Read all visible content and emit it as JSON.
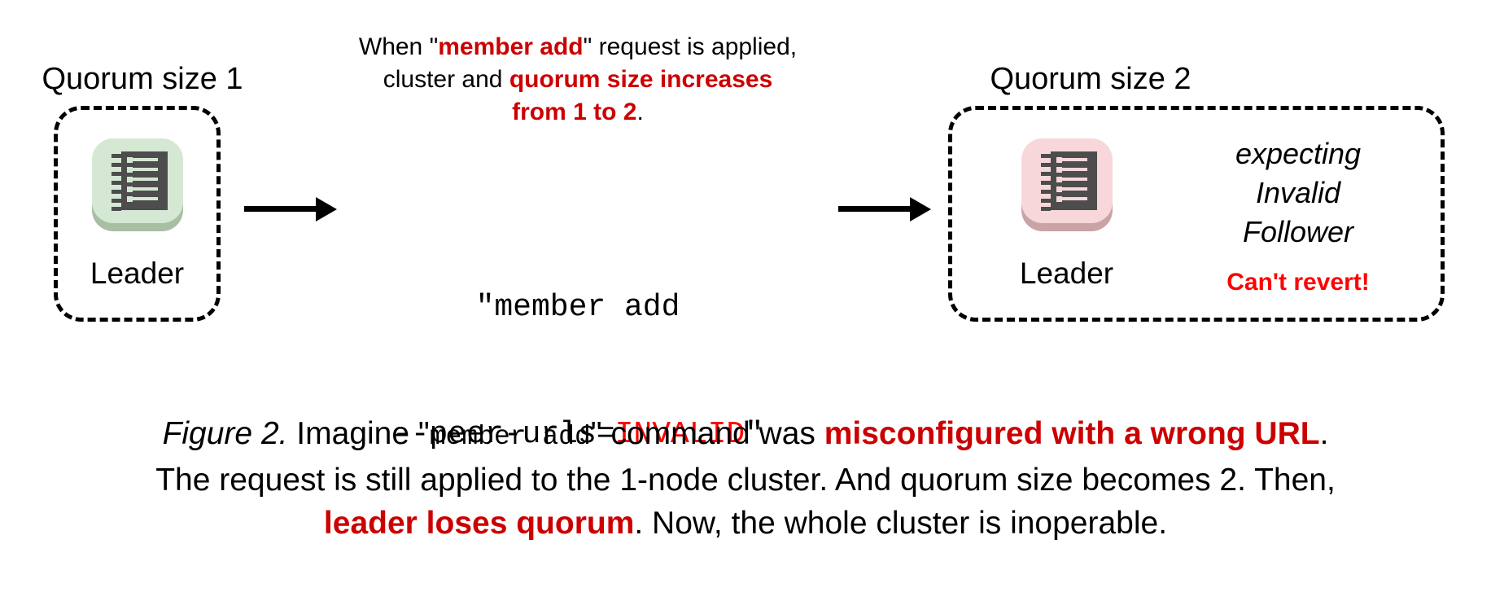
{
  "figure": {
    "background_color": "#ffffff",
    "accent_dark_red": "#cc0000",
    "accent_bright_red": "#ff0000",
    "icon_green_plate": "#d5e8d4",
    "icon_green_shadow": "#a8bfa4",
    "icon_pink_plate": "#f8d7da",
    "icon_pink_shadow": "#c9a3a6",
    "icon_body": "#4d4d4d"
  },
  "left_cluster": {
    "title": "Quorum size 1",
    "node_label": "Leader",
    "icon_name": "server-icon-green"
  },
  "right_cluster": {
    "title": "Quorum size 2",
    "node_label": "Leader",
    "icon_name": "server-icon-pink",
    "expecting_line1": "expecting",
    "expecting_line2": "Invalid",
    "expecting_line3": "Follower",
    "warning": "Can't revert!"
  },
  "top_caption": {
    "line1_a": "When \"",
    "line1_b": "member add",
    "line1_c": "\" request is applied,",
    "line2_a": "cluster and ",
    "line2_b": "quorum size increases",
    "line3_b": "from 1 to 2",
    "line3_c": "."
  },
  "command": {
    "line1": "\"member add",
    "line2_a": "--peer-urls=",
    "line2_b": "INVALID",
    "line2_c": "\""
  },
  "arrows": {
    "left_arrow_name": "arrow-left-to-command",
    "right_arrow_name": "arrow-command-to-right"
  },
  "figure_caption": {
    "num": "Figure 2.",
    "l1_a": " Imagine \"",
    "l1_mono": "member add",
    "l1_b": "\" command was ",
    "l1_hl": "misconfigured with a wrong URL",
    "l1_c": ".",
    "l2": "The request is still applied to the 1-node cluster. And quorum size becomes 2. Then,",
    "l3_hl": "leader loses quorum",
    "l3_b": ". Now, the whole cluster is inoperable."
  }
}
